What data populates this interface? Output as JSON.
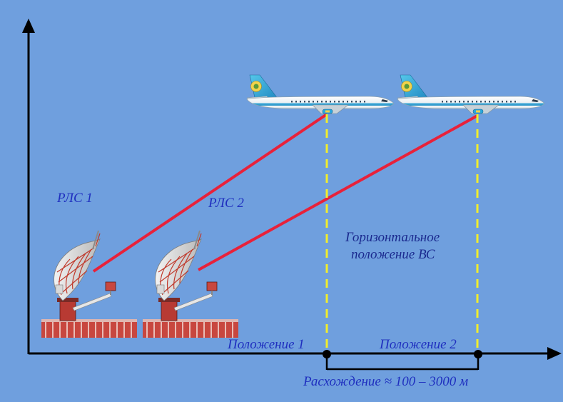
{
  "labels": {
    "radar1": "РЛС 1",
    "radar2": "РЛС 2",
    "horizontal_line1": "Горизонтальное",
    "horizontal_line2": "положение ВС",
    "position1": "Положение 1",
    "position2": "Положение 2",
    "divergence": "Расхождение ≈ 100 – 3000 м"
  },
  "colors": {
    "background": "#6f9fde",
    "axis": "#000000",
    "beam": "#e8213a",
    "projection": "#f2ee2a",
    "label": "#1f2fbf"
  },
  "icons": [
    "radar-antenna-icon",
    "airplane-icon"
  ]
}
